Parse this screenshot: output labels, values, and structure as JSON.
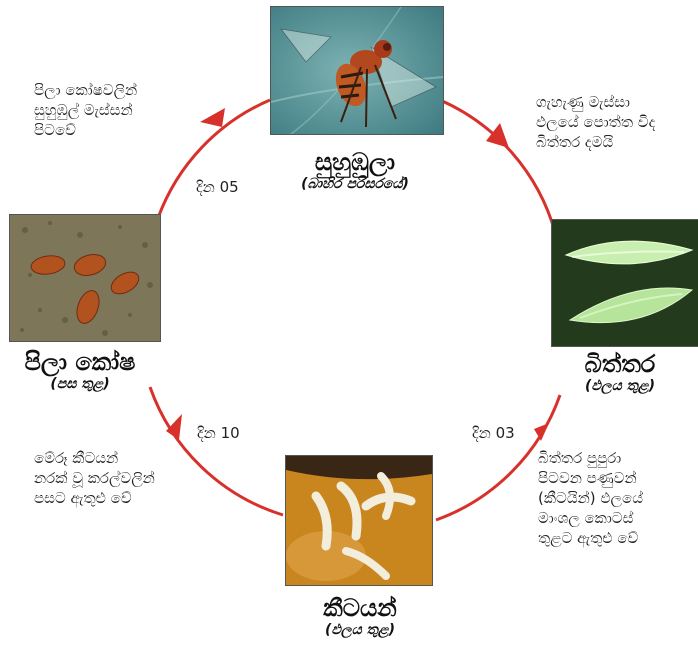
{
  "stages": {
    "adult": {
      "title": "සුහුඹුලා",
      "subtitle": "(බාහිර පරිසරයේ)"
    },
    "egg": {
      "title": "බිත්තර",
      "subtitle": "(ඵලය තුළ)"
    },
    "larva": {
      "title": "කීටයන්",
      "subtitle": "(ඵලය තුළ)"
    },
    "pupa": {
      "title": "පිලා කෝෂ",
      "subtitle": "(පස තුළ)"
    }
  },
  "descriptions": {
    "adult_to_egg": "ගැහැණු මැස්සා\nඵලයේ පොත්ත විද\nබිත්තර දමයි",
    "egg_to_larva": "බිත්තර පුපුරා\nපිටවන පණුවන්\n(කීටයින්) ඵලයේ\nමාංශල කොටස්\nතුළට ඇතුළු වේ",
    "larva_to_pupa": "මේරූ කීටයන්\nනරක් වූ කරල්වලින්\nපසට ඇතුළු වේ",
    "pupa_to_adult": "පිලා කෝෂවලින්\nසුහුඹුල් මැස්සන්\nපිටවේ"
  },
  "durations": {
    "egg_to_larva": "දින 03",
    "larva_to_pupa": "දින 10",
    "pupa_to_adult": "දින 05"
  },
  "colors": {
    "arrow": "#d8312b",
    "leaf": "#4d8f93",
    "egg_bg": "#243a1c",
    "egg": "#c9efb0",
    "larva_bg": "#c9861e",
    "larva": "#f3eddc",
    "soil": "#7d7658",
    "pupa": "#b2521f"
  }
}
